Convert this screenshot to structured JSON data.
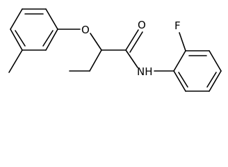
{
  "molecule": {
    "atoms": {
      "oxygen_ether": "O",
      "oxygen_carbonyl": "O",
      "nitrogen_amide": "NH",
      "fluorine": "F"
    },
    "colors": {
      "bond": "#000000",
      "label": "#000000",
      "background": "#ffffff"
    }
  }
}
